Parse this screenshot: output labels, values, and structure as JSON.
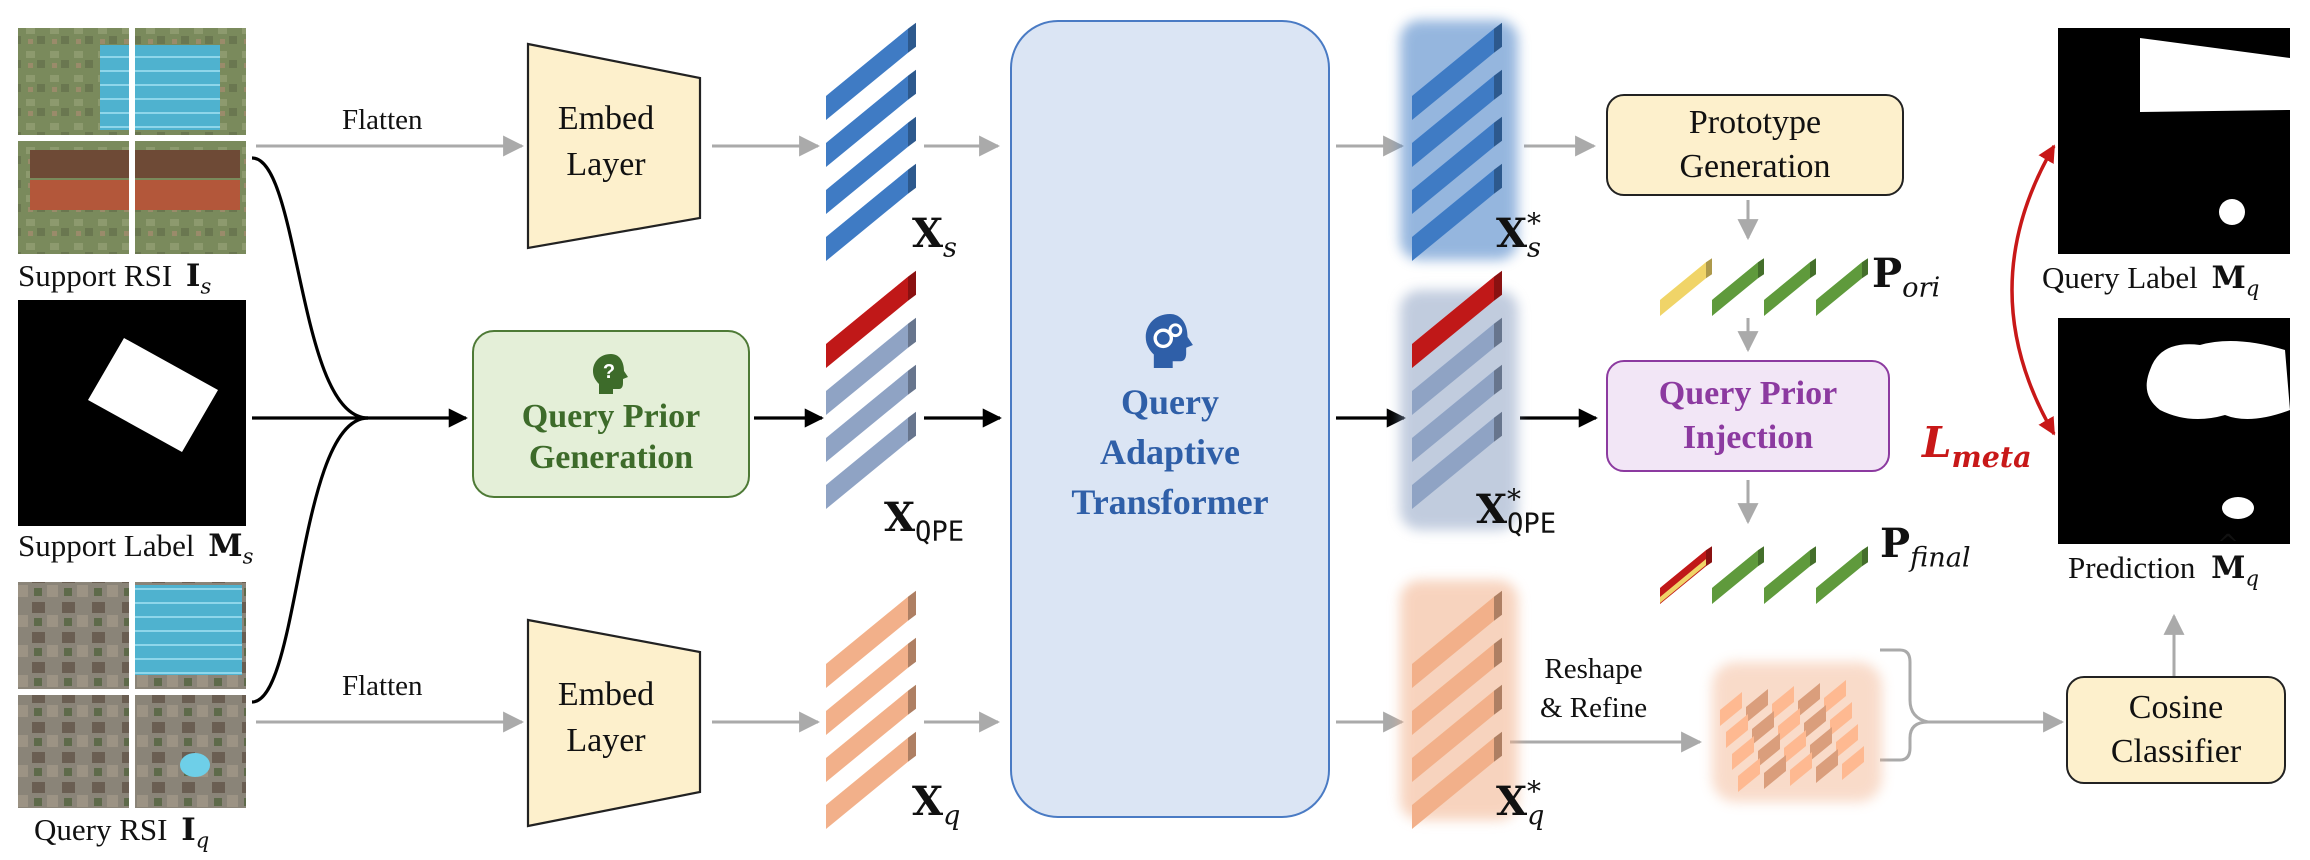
{
  "labels": {
    "flatten_top": "Flatten",
    "flatten_bottom": "Flatten",
    "embed_top_l1": "Embed",
    "embed_top_l2": "Layer",
    "embed_bottom_l1": "Embed",
    "embed_bottom_l2": "Layer",
    "qpg_l1": "Query Prior",
    "qpg_l2": "Generation",
    "qat_l1": "Query",
    "qat_l2": "Adaptive",
    "qat_l3": "Transformer",
    "proto_l1": "Prototype",
    "proto_l2": "Generation",
    "qpi_l1": "Query Prior",
    "qpi_l2": "Injection",
    "cos_l1": "Cosine",
    "cos_l2": "Classifier",
    "reshape_l1": "Reshape",
    "reshape_l2": "& Refine",
    "support_rsi": "Support  RSI",
    "support_label": "Support  Label",
    "query_rsi": "Query  RSI",
    "query_label": "Query  Label",
    "prediction": "Prediction",
    "sym_X": "X",
    "sym_I": "I",
    "sym_M": "M",
    "sub_s": "s",
    "sub_q": "q",
    "sub_qpe": "QPE",
    "sup_star": "*",
    "sym_P": "P",
    "sub_ori": "ori",
    "sub_final": "final",
    "loss_L": "L",
    "loss_sub": "meta",
    "pred_hat": "^"
  },
  "colors": {
    "blue_token": "#3f7bc4",
    "gray_token": "#8fa3c4",
    "red_token": "#c01818",
    "orange_token": "#f2b08a",
    "yellow_token": "#f0d468",
    "green_token": "#5f9a3c",
    "embed_fill": "#fdf0cc",
    "qpg_fill": "#e4efd8",
    "qpg_border": "#4e7a36",
    "qpg_text": "#3d6b2a",
    "qat_fill": "#dbe5f4",
    "qat_border": "#4a7bc4",
    "qat_text": "#2f5fa8",
    "qpi_fill": "#f2e6f6",
    "qpi_border": "#8c3aa0",
    "qpi_text": "#8c3aa0",
    "box_fill": "#fdf0cc",
    "loss_red": "#c81818",
    "arrow_gray": "#aaaaaa"
  }
}
